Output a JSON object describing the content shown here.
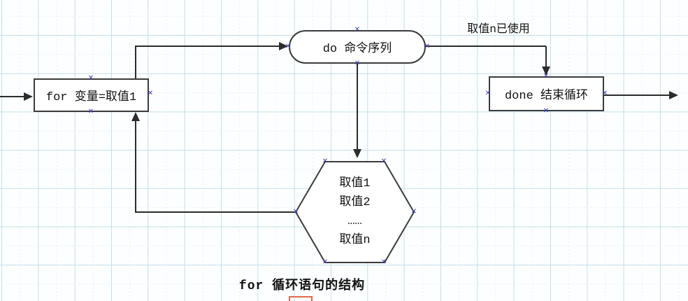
{
  "icons": {
    "connection_point": "✕"
  },
  "colors": {
    "grid_major": "#c4dfe9",
    "grid_minor": "#e3eff4",
    "shape_border": "#3b3b3b",
    "shape_fill": "#ffffff",
    "arrow": "#2c2c2c",
    "connection_point": "#4040bf",
    "text": "#111111",
    "artifact_red": "#e0694a"
  },
  "diagram": {
    "caption": "for 循环语句的结构",
    "edge_labels": {
      "value_used": "取值n已使用"
    },
    "nodes": {
      "for_init": {
        "shape": "rectangle",
        "label": "for 变量=取值1"
      },
      "do_commands": {
        "shape": "stadium",
        "label": "do 命令序列"
      },
      "done_end": {
        "shape": "rectangle",
        "label": "done 结束循环"
      },
      "value_list": {
        "shape": "hexagon",
        "lines": [
          "取值1",
          "取值2",
          "……",
          "取值n"
        ]
      }
    }
  }
}
